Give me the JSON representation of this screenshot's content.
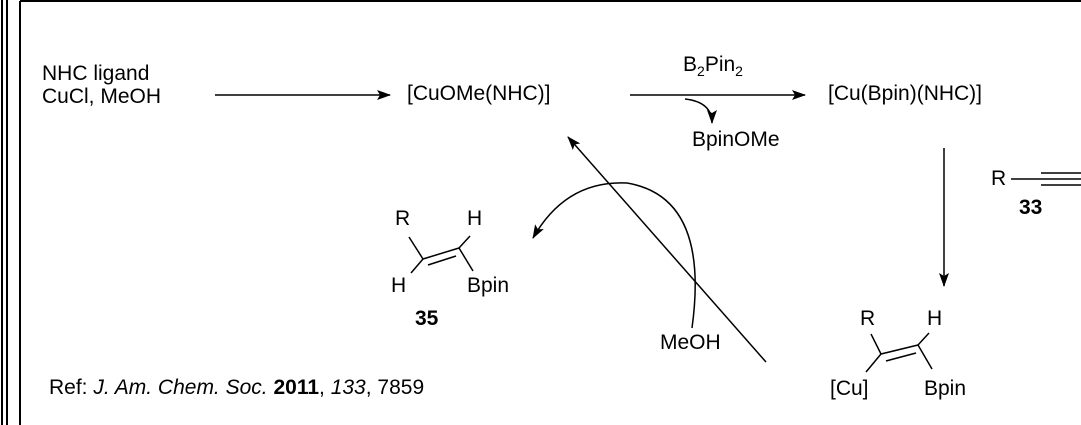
{
  "start": {
    "line1": "NHC ligand",
    "line2": "CuCl, MeOH"
  },
  "cu_ome": "[CuOMe(NHC)]",
  "reagent": {
    "main1": "B",
    "sub1": "2",
    "main2": "Pin",
    "sub2": "2"
  },
  "byproduct": "BpinOMe",
  "cu_bpin": "[Cu(Bpin)(NHC)]",
  "alkyne": {
    "r": "R",
    "label": "33"
  },
  "product": {
    "r": "R",
    "h_top": "H",
    "h_bottom": "H",
    "bpin": "Bpin",
    "label": "35"
  },
  "intermediate": {
    "r": "R",
    "h": "H",
    "cu": "[Cu]",
    "bpin": "Bpin"
  },
  "methanol": "MeOH",
  "reference": {
    "prefix": "Ref: ",
    "journal": "J. Am. Chem. Soc.",
    "year": "2011",
    "volume": "133",
    "page": ", 7859"
  },
  "colors": {
    "ink": "#000000",
    "background": "#ffffff"
  }
}
